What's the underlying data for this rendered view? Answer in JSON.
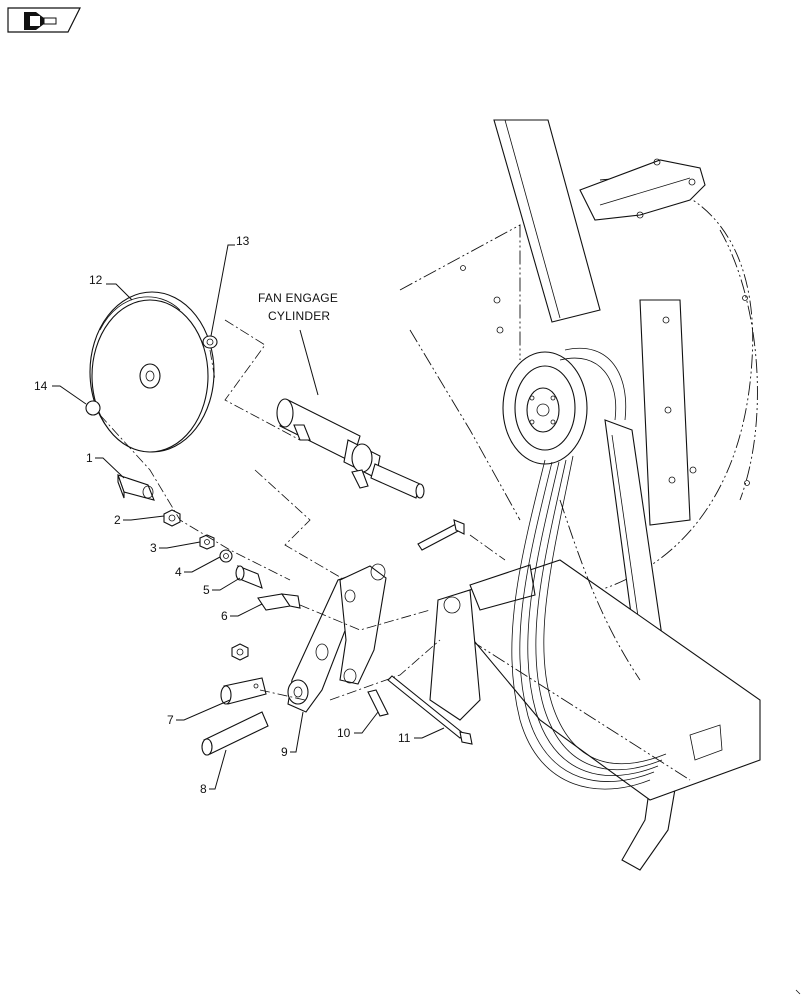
{
  "caption": {
    "line1": "FAN ENGAGE",
    "line2": "CYLINDER"
  },
  "callouts": [
    {
      "id": "1",
      "label": "1"
    },
    {
      "id": "2",
      "label": "2"
    },
    {
      "id": "3",
      "label": "3"
    },
    {
      "id": "4",
      "label": "4"
    },
    {
      "id": "5",
      "label": "5"
    },
    {
      "id": "6",
      "label": "6"
    },
    {
      "id": "7",
      "label": "7"
    },
    {
      "id": "8",
      "label": "8"
    },
    {
      "id": "9",
      "label": "9"
    },
    {
      "id": "10",
      "label": "10"
    },
    {
      "id": "11",
      "label": "11"
    },
    {
      "id": "12",
      "label": "12"
    },
    {
      "id": "13",
      "label": "13"
    },
    {
      "id": "14",
      "label": "14"
    }
  ],
  "nav_icon": "back-arrow-icon"
}
